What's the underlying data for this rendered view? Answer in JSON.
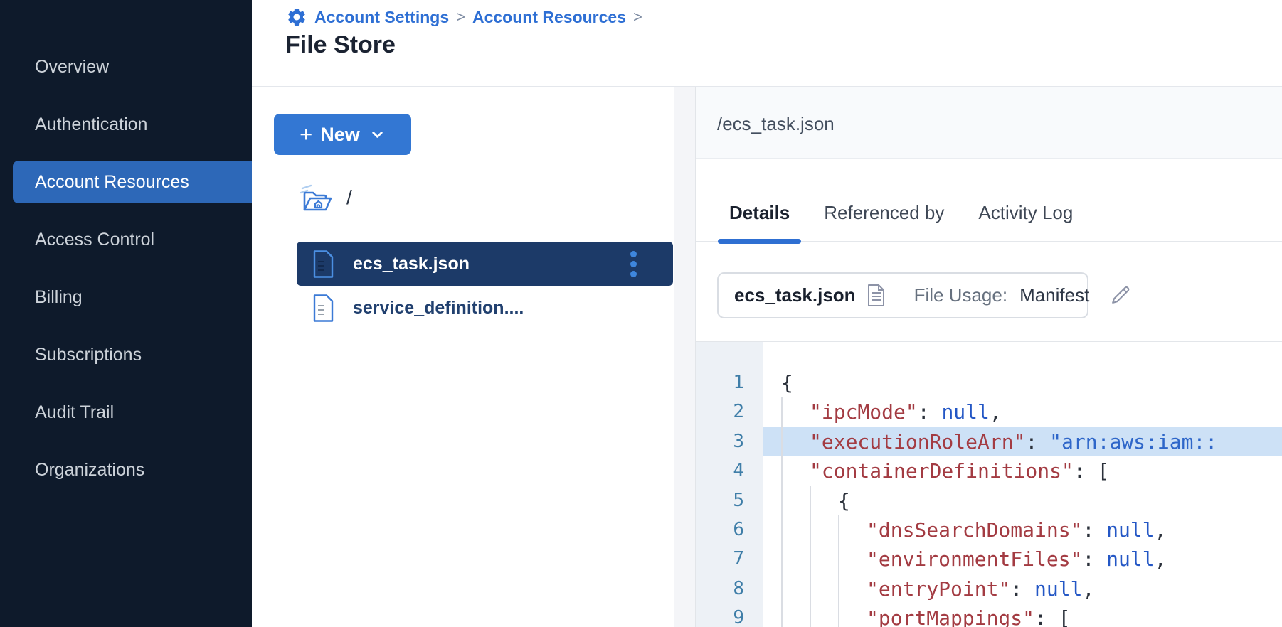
{
  "sidebar": {
    "items": [
      {
        "label": "Overview",
        "active": false
      },
      {
        "label": "Authentication",
        "active": false
      },
      {
        "label": "Account Resources",
        "active": true
      },
      {
        "label": "Access Control",
        "active": false
      },
      {
        "label": "Billing",
        "active": false
      },
      {
        "label": "Subscriptions",
        "active": false
      },
      {
        "label": "Audit Trail",
        "active": false
      },
      {
        "label": "Organizations",
        "active": false
      }
    ]
  },
  "breadcrumb": {
    "items": [
      "Account Settings",
      "Account Resources"
    ],
    "separator": ">"
  },
  "page_title": "File Store",
  "file_panel": {
    "new_button_plus": "+",
    "new_button_label": "New",
    "root_label": "/",
    "files": [
      {
        "name": "ecs_task.json",
        "selected": true,
        "has_menu": true
      },
      {
        "name": "service_definition....",
        "selected": false,
        "has_menu": false
      }
    ]
  },
  "detail_panel": {
    "path": "/ecs_task.json",
    "tabs": [
      {
        "label": "Details",
        "active": true
      },
      {
        "label": "Referenced by",
        "active": false
      },
      {
        "label": "Activity Log",
        "active": false
      }
    ],
    "file_card": {
      "filename": "ecs_task.json",
      "usage_label": "File Usage:",
      "usage_value": "Manifest"
    },
    "code": {
      "lines": [
        {
          "n": 1,
          "indent": 0,
          "highlighted": false,
          "tokens": [
            {
              "t": "{",
              "c": "p"
            }
          ]
        },
        {
          "n": 2,
          "indent": 1,
          "highlighted": false,
          "tokens": [
            {
              "t": "\"ipcMode\"",
              "c": "k"
            },
            {
              "t": ": ",
              "c": "p"
            },
            {
              "t": "null",
              "c": "n"
            },
            {
              "t": ",",
              "c": "p"
            }
          ]
        },
        {
          "n": 3,
          "indent": 1,
          "highlighted": true,
          "tokens": [
            {
              "t": "\"executionRoleArn\"",
              "c": "k"
            },
            {
              "t": ": ",
              "c": "p"
            },
            {
              "t": "\"arn:aws:iam::",
              "c": "s"
            }
          ]
        },
        {
          "n": 4,
          "indent": 1,
          "highlighted": false,
          "tokens": [
            {
              "t": "\"containerDefinitions\"",
              "c": "k"
            },
            {
              "t": ": ",
              "c": "p"
            },
            {
              "t": "[",
              "c": "p"
            }
          ]
        },
        {
          "n": 5,
          "indent": 2,
          "highlighted": false,
          "tokens": [
            {
              "t": "{",
              "c": "p"
            }
          ]
        },
        {
          "n": 6,
          "indent": 3,
          "highlighted": false,
          "tokens": [
            {
              "t": "\"dnsSearchDomains\"",
              "c": "k"
            },
            {
              "t": ": ",
              "c": "p"
            },
            {
              "t": "null",
              "c": "n"
            },
            {
              "t": ",",
              "c": "p"
            }
          ]
        },
        {
          "n": 7,
          "indent": 3,
          "highlighted": false,
          "tokens": [
            {
              "t": "\"environmentFiles\"",
              "c": "k"
            },
            {
              "t": ": ",
              "c": "p"
            },
            {
              "t": "null",
              "c": "n"
            },
            {
              "t": ",",
              "c": "p"
            }
          ]
        },
        {
          "n": 8,
          "indent": 3,
          "highlighted": false,
          "tokens": [
            {
              "t": "\"entryPoint\"",
              "c": "k"
            },
            {
              "t": ": ",
              "c": "p"
            },
            {
              "t": "null",
              "c": "n"
            },
            {
              "t": ",",
              "c": "p"
            }
          ]
        },
        {
          "n": 9,
          "indent": 3,
          "highlighted": false,
          "tokens": [
            {
              "t": "\"portMappings\"",
              "c": "k"
            },
            {
              "t": ": ",
              "c": "p"
            },
            {
              "t": "[",
              "c": "p"
            }
          ]
        }
      ]
    }
  },
  "colors": {
    "sidebar_bg": "#0e1a2b",
    "sidebar_active": "#2d68b8",
    "accent_button_blue": "#3377d3",
    "link_blue": "#2e6fd4",
    "selected_row_bg": "#1c3a68",
    "kebab_dot_blue": "#3e86dd",
    "tab_underline": "#2e6fd2",
    "line_highlight": "#cde1f6",
    "gutter_bg": "#edf1f6",
    "gutter_number": "#3f7ea8",
    "code_key": "#a33b42",
    "code_string": "#2e66c9",
    "code_null": "#2457c5"
  }
}
